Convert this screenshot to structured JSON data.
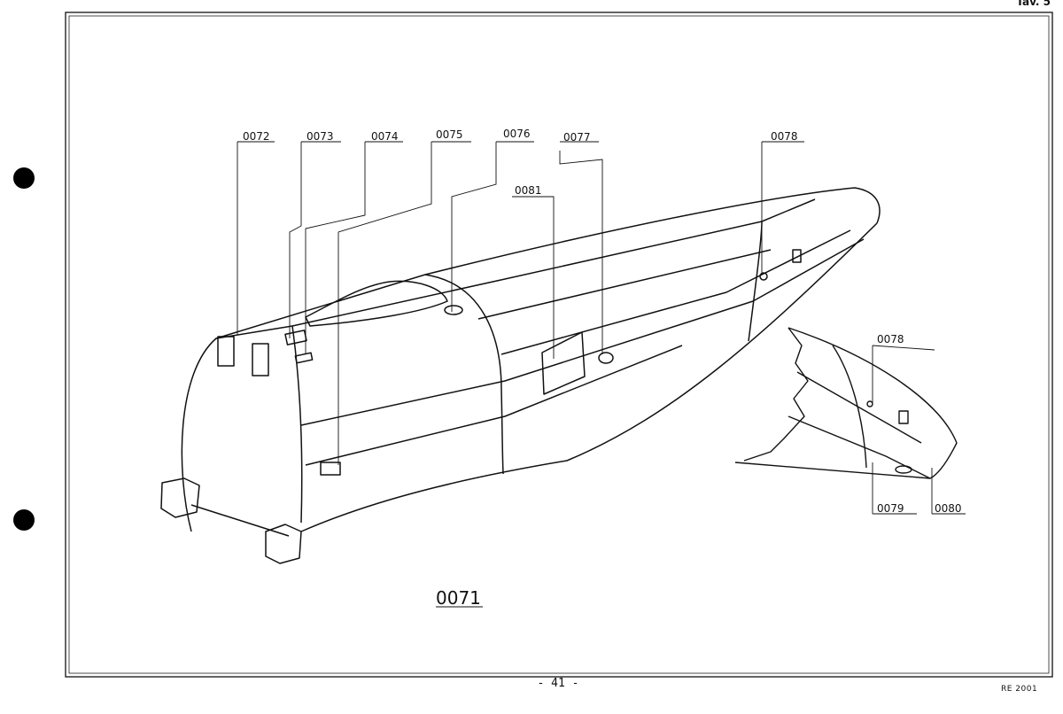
{
  "sheet": {
    "plate_label": "Tav. 5",
    "page_number": "- 41 -",
    "document_code": "RE 2001"
  },
  "drawing": {
    "assembly_number": "0071",
    "part_callouts": [
      "0072",
      "0073",
      "0074",
      "0075",
      "0076",
      "0077",
      "0081",
      "0078"
    ],
    "detail_callouts": [
      "0078",
      "0079",
      "0080"
    ]
  }
}
